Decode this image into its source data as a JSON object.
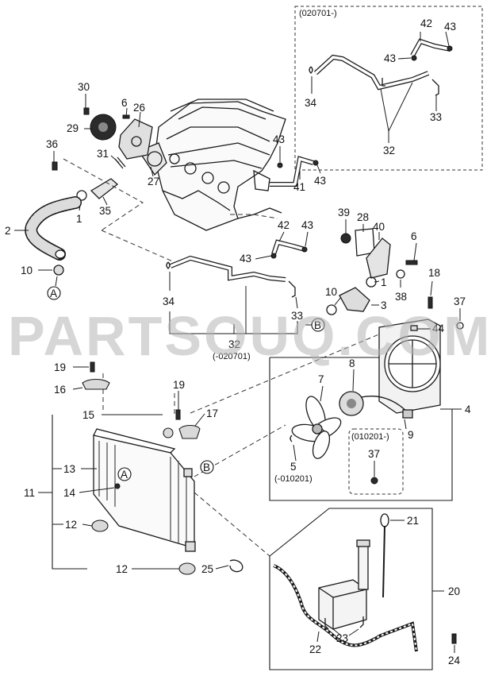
{
  "watermark": "PARTSOUQ.COM",
  "variant_labels": {
    "top_box": "(020701-)",
    "hose_32": "(-020701)",
    "fan_box": "(010201-)",
    "fan_5": "(-010201)"
  },
  "reference_markers": {
    "a": "A",
    "b": "B"
  },
  "callouts": {
    "c1a": "1",
    "c1b": "1",
    "c2": "2",
    "c3": "3",
    "c4": "4",
    "c5": "5",
    "c6a": "6",
    "c6b": "6",
    "c7": "7",
    "c8": "8",
    "c9": "9",
    "c10a": "10",
    "c10b": "10",
    "c11": "11",
    "c12a": "12",
    "c12b": "12",
    "c13": "13",
    "c14": "14",
    "c15": "15",
    "c16": "16",
    "c17": "17",
    "c18": "18",
    "c19a": "19",
    "c19b": "19",
    "c20": "20",
    "c21": "21",
    "c22": "22",
    "c23": "23",
    "c24": "24",
    "c25": "25",
    "c26": "26",
    "c27": "27",
    "c28": "28",
    "c29": "29",
    "c30": "30",
    "c31": "31",
    "c32a": "32",
    "c32b": "32",
    "c33a": "33",
    "c33b": "33",
    "c34a": "34",
    "c34b": "34",
    "c35": "35",
    "c36": "36",
    "c37a": "37",
    "c37b": "37",
    "c38": "38",
    "c39": "39",
    "c40": "40",
    "c41": "41",
    "c42a": "42",
    "c42b": "42",
    "c43a": "43",
    "c43b": "43",
    "c43c": "43",
    "c43d": "43",
    "c43e": "43",
    "c43f": "43",
    "c44": "44"
  }
}
